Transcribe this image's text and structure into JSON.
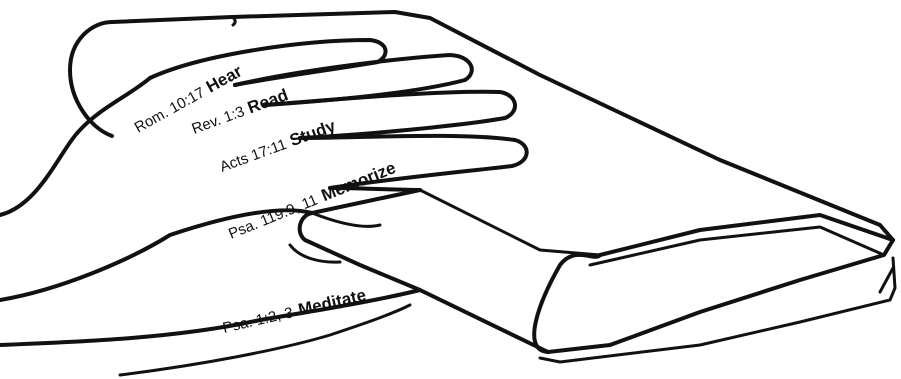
{
  "labels": [
    {
      "reference": "Rom. 10:17",
      "word": "Hear"
    },
    {
      "reference": "Rev. 1:3",
      "word": "Read"
    },
    {
      "reference": "Acts 17:11",
      "word": "Study"
    },
    {
      "reference": "Psa. 119:9, 11",
      "word": "Memorize"
    },
    {
      "reference": "Psa. 1:2, 3",
      "word": "Meditate"
    }
  ]
}
